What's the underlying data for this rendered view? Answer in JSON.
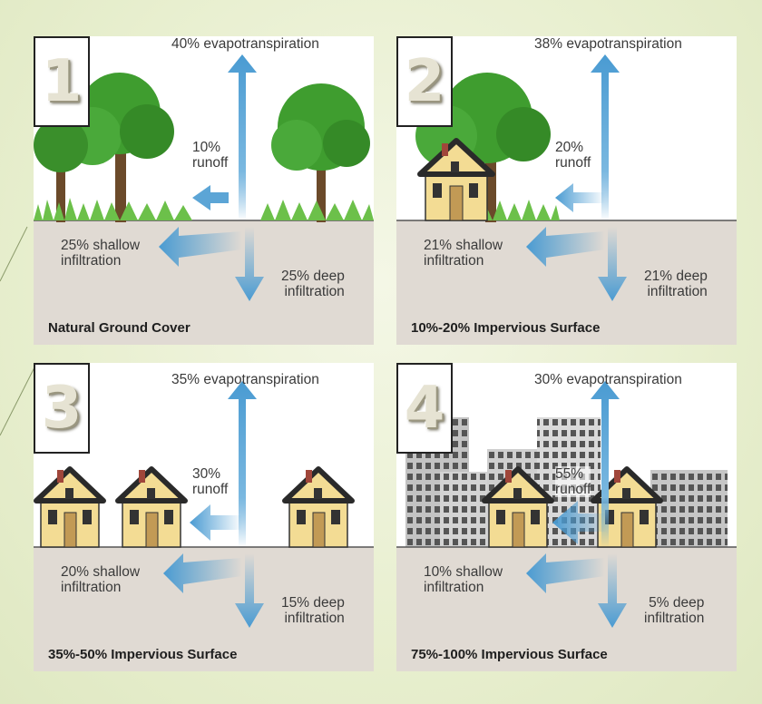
{
  "colors": {
    "sky": "#ffffff",
    "ground": "#e0dad3",
    "arrow": "#4a9bd2",
    "house_wall": "#f3dc94",
    "roof": "#2a2a2a",
    "tree": "#3f9d2f",
    "building": "#c3c3c3"
  },
  "panels": [
    {
      "number": "1",
      "evapotranspiration": "40% evapotranspiration",
      "runoff": "10%\nrunoff",
      "shallow": "25% shallow\ninfiltration",
      "deep": "25% deep\ninfiltration",
      "caption": "Natural Ground Cover",
      "icons": [
        "tree-icon",
        "tree-icon",
        "tree-icon",
        "grass-icon"
      ]
    },
    {
      "number": "2",
      "evapotranspiration": "38% evapotranspiration",
      "runoff": "20%\nrunoff",
      "shallow": "21% shallow\ninfiltration",
      "deep": "21% deep\ninfiltration",
      "caption": "10%-20% Impervious Surface",
      "icons": [
        "tree-icon",
        "house-icon",
        "grass-icon"
      ]
    },
    {
      "number": "3",
      "evapotranspiration": "35% evapotranspiration",
      "runoff": "30%\nrunoff",
      "shallow": "20% shallow\ninfiltration",
      "deep": "15% deep\ninfiltration",
      "caption": "35%-50% Impervious Surface",
      "icons": [
        "house-icon",
        "house-icon",
        "house-icon"
      ]
    },
    {
      "number": "4",
      "evapotranspiration": "30% evapotranspiration",
      "runoff": "55%\nrunoff",
      "shallow": "10% shallow\ninfiltration",
      "deep": "5% deep\ninfiltration",
      "caption": "75%-100% Impervious Surface",
      "icons": [
        "building-icon",
        "house-icon",
        "house-icon"
      ]
    }
  ]
}
